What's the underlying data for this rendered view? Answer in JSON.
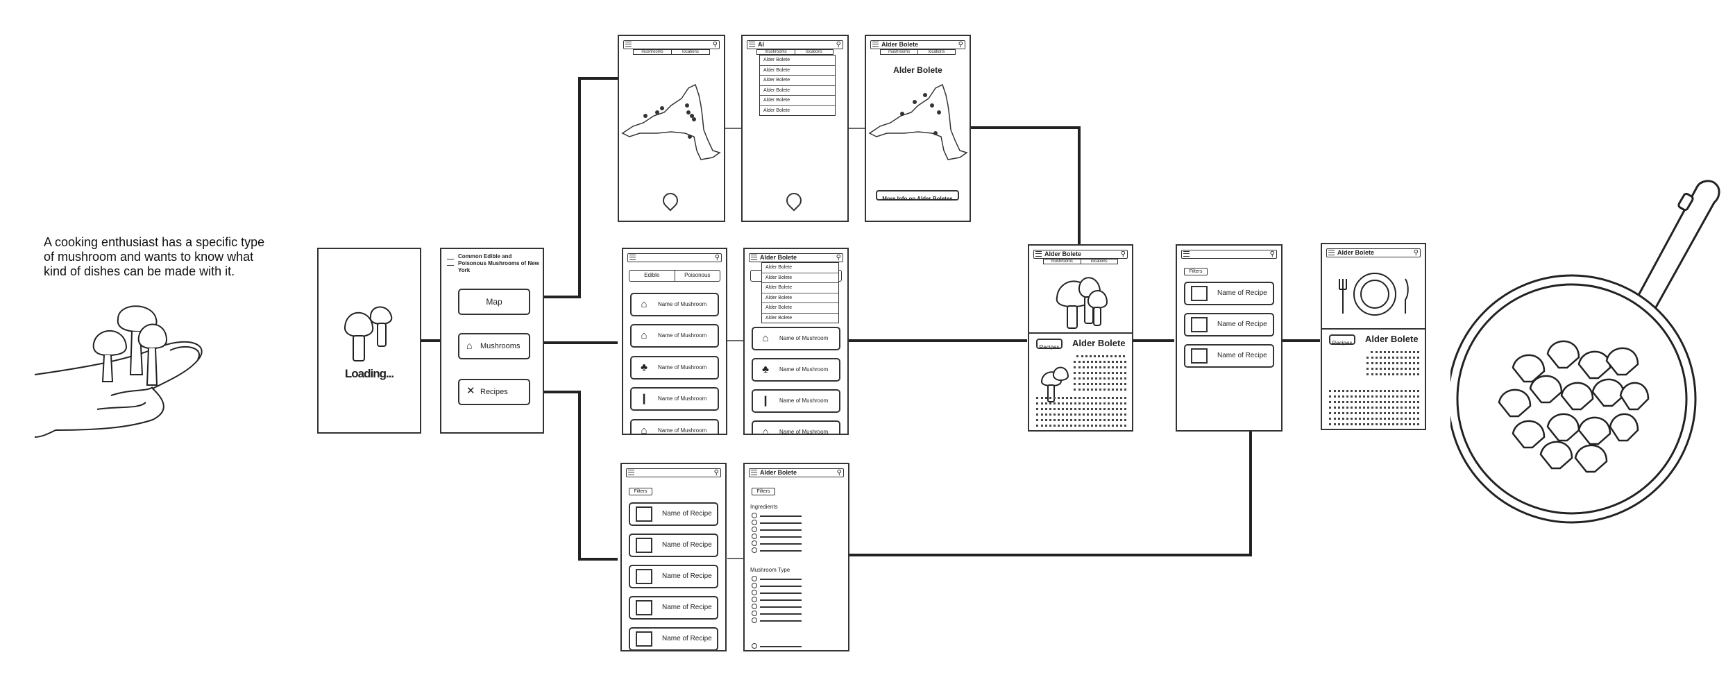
{
  "intro_text": "A cooking enthusiast has a specific type of mushroom and wants to know what kind of dishes can be made with it.",
  "loading": {
    "label": "Loading..."
  },
  "menu": {
    "title": "Common Edible and Poisonous Mushrooms of New York",
    "buttons": [
      "Map",
      "Mushrooms",
      "Recipes"
    ]
  },
  "search_tabs": [
    "mushrooms",
    "locations"
  ],
  "map_search": {
    "query": "Al",
    "dropdown": [
      "Alder Bolete",
      "Alder Bolete",
      "Alder Bolete",
      "Alder Bolete",
      "Alder Bolete",
      "Alder Bolete"
    ]
  },
  "map_result": {
    "query": "Alder Bolete",
    "title": "Alder Bolete",
    "more_button": "More Info on Alder Boletes"
  },
  "mushroom_list": {
    "tabs": [
      "Edible",
      "Poisonous"
    ],
    "items": [
      "Name of Mushroom",
      "Name of Mushroom",
      "Name of Mushroom",
      "Name of Mushroom",
      "Name of Mushroom"
    ]
  },
  "mushroom_search": {
    "query": "Alder Bolete",
    "dropdown": [
      "Alder Bolete",
      "Alder Bolete",
      "Alder Bolete",
      "Alder Bolete",
      "Alder Bolete",
      "Alder Bolete"
    ]
  },
  "recipe_list": {
    "filters": "Filters",
    "items": [
      "Name of Recipe",
      "Name of Recipe",
      "Name of Recipe",
      "Name of Recipe",
      "Name of Recipe"
    ]
  },
  "filter_panel": {
    "query": "Alder Bolete",
    "filters": "Filters",
    "section1": "Ingredients",
    "section2": "Mushroom Type"
  },
  "detail": {
    "query": "Alder Bolete",
    "recipes_button": "Recipes",
    "title": "Alder Bolete"
  },
  "recipe_results": {
    "filters": "Filters",
    "items": [
      "Name of Recipe",
      "Name of Recipe",
      "Name of Recipe"
    ]
  },
  "recipe_detail": {
    "query": "Alder Bolete",
    "recipes_button": "Recipes",
    "title": "Alder Bolete"
  }
}
